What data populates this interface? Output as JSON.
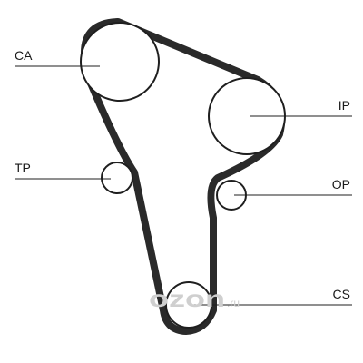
{
  "diagram": {
    "labels": {
      "ca": "CA",
      "ip": "IP",
      "tp": "TP",
      "op": "OP",
      "cs": "CS"
    },
    "watermark": {
      "text": "ozon",
      "suffix": ".ru"
    },
    "colors": {
      "belt": "#2a2a2a",
      "pulley_stroke": "#1f1f1f",
      "text": "#1a1a1a",
      "watermark": "#cfcfcf"
    }
  }
}
